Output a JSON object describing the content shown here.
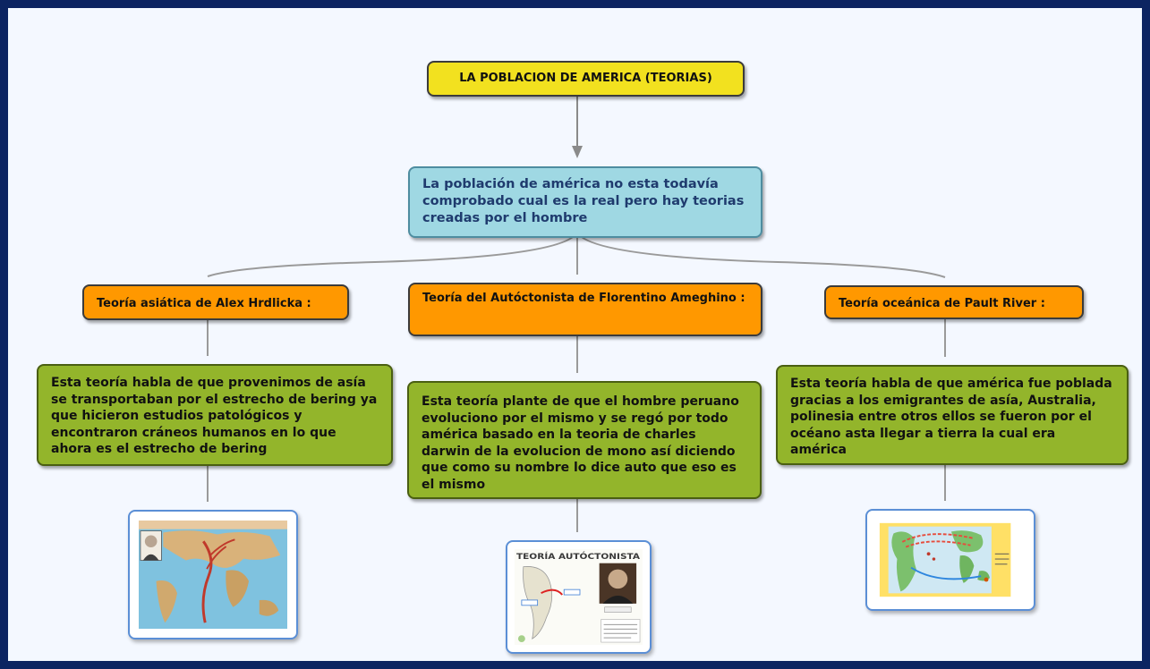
{
  "root": {
    "label": "LA POBLACION DE AMERICA (TEORIAS)"
  },
  "description": {
    "text": "La población de américa no esta todavía comprobado cual es la real pero hay teorias creadas por el hombre"
  },
  "theories": [
    {
      "title": "Teoría asiática de Alex Hrdlicka :",
      "detail": "Esta teoría habla de que provenimos de asía se transportaban por el estrecho de bering ya que hicieron estudios patológicos y encontraron cráneos humanos en lo que ahora es el estrecho de bering",
      "image": "bering-migration-map-image"
    },
    {
      "title": "Teoría del Autóctonista de  Florentino Ameghino :",
      "detail": "Esta teoría plante de que el hombre peruano evoluciono por el mismo y se regó por todo américa basado en la teoria de charles darwin de la evolucion de mono así diciendo que como su nombre lo dice auto que eso es el mismo",
      "image": "autoctonista-theory-image"
    },
    {
      "title": "Teoría oceánica de Pault River :",
      "detail": "Esta teoría habla de que américa fue poblada gracias a los emigrantes de asía, Australia, polinesia entre otros ellos se fueron por el océano asta llegar a tierra la cual era américa",
      "image": "oceanic-migration-map-image"
    }
  ],
  "picture_texts": {
    "autoctonista_heading": "TEORÍA AUTÓCTONISTA"
  },
  "colors": {
    "frame": "#0c2461",
    "root": "#f2e11f",
    "description": "#9fd8e3",
    "theory": "#ff9800",
    "detail": "#93b52b",
    "connector": "#8a8a8a"
  }
}
